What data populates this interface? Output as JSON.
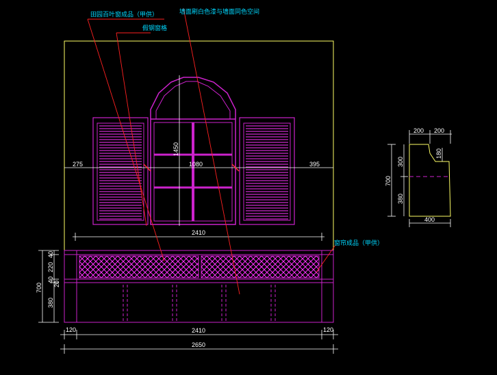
{
  "colors": {
    "background": "#000000",
    "outline": "#ffff66",
    "furniture": "#cc22cc",
    "shutter_slat": "#ff33ff",
    "leader": "#ff2020",
    "dimension": "#ffffff",
    "annotation": "#00d8ff",
    "tick": "#ff3333"
  },
  "annotations": {
    "shutter_note": "田园百叶窗成品（甲供）",
    "window_note": "假钢窗格",
    "wall_note": "墙面刷白色漆与墙面同色空间",
    "cabinet_note": "窗帘成品（甲供）"
  },
  "dimensions": {
    "left_offset": "275",
    "window_width": "1080",
    "right_offset": "395",
    "window_height": "1450",
    "cabinet_width": "2410",
    "left_margin": "120",
    "bottom_inner": "2410",
    "right_margin": "120",
    "total_width": "2650",
    "h_40a": "40",
    "h_220": "220",
    "h_40b": "40",
    "h_20": "20",
    "h_700": "700",
    "h_380": "380",
    "side_top_left": "200",
    "side_top_right": "200",
    "side_900": "300",
    "side_180": "180",
    "side_700": "700",
    "side_380": "380",
    "side_bottom": "400"
  }
}
